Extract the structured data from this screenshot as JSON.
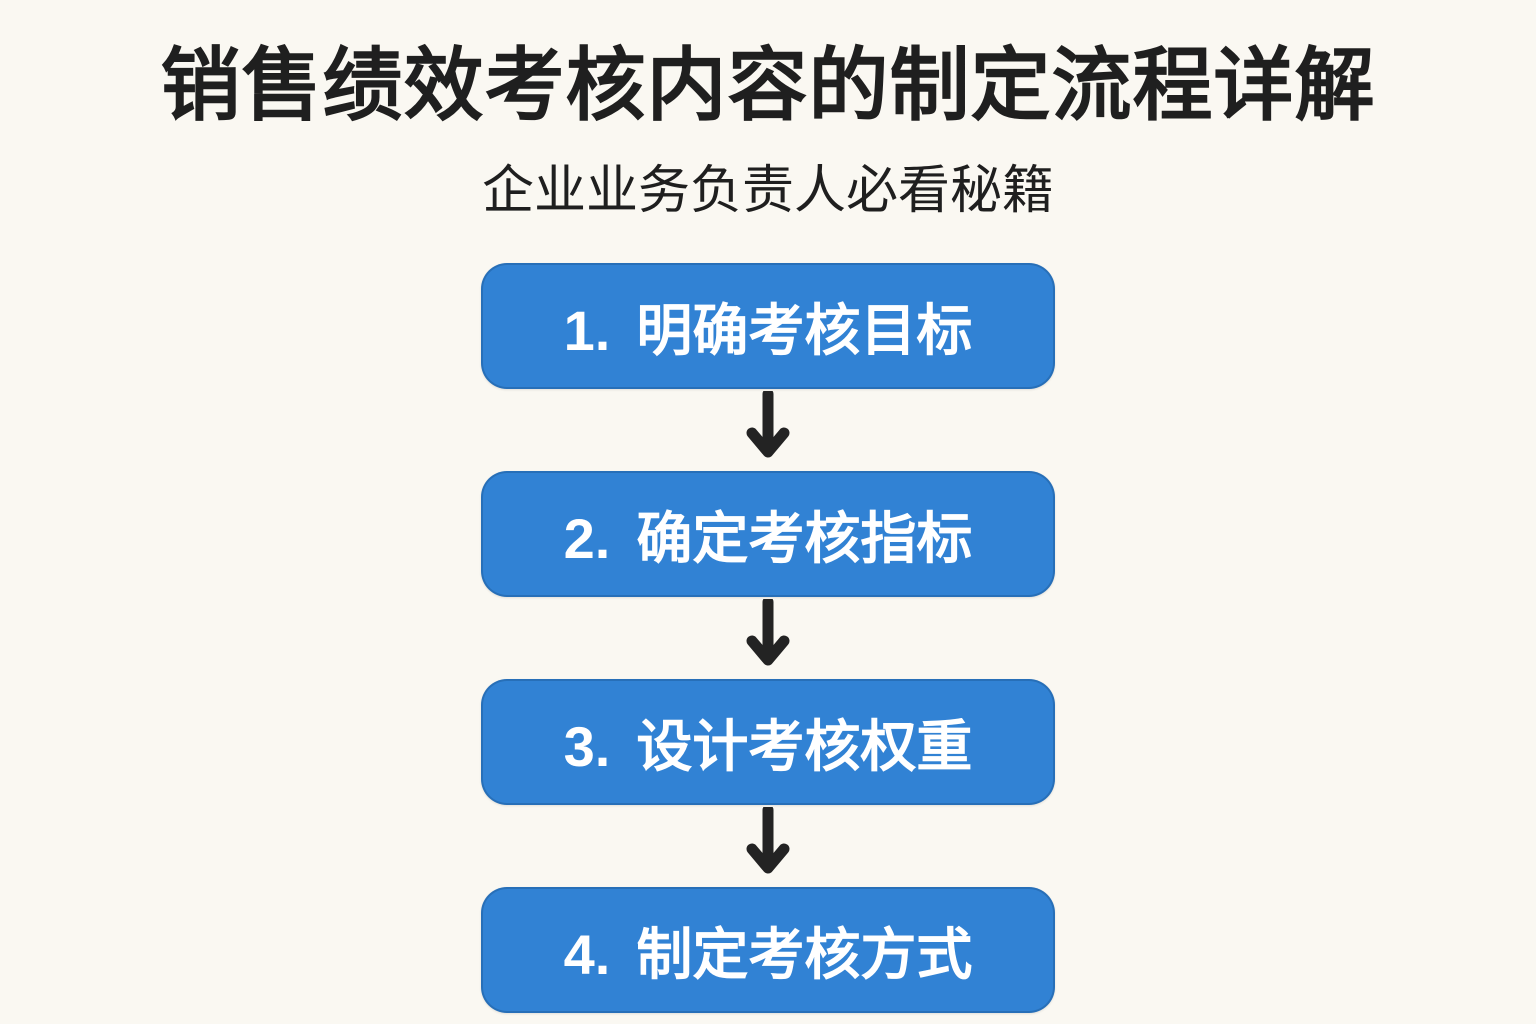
{
  "page": {
    "background_color": "#faf8f2"
  },
  "header": {
    "title": "销售绩效考核内容的制定流程详解",
    "subtitle": "企业业务负责人必看秘籍"
  },
  "flow": {
    "box_color": "#3182d4",
    "box_text_color": "#ffffff",
    "arrow_color": "#232323",
    "steps": [
      {
        "number": "1.",
        "label": "明确考核目标"
      },
      {
        "number": "2.",
        "label": "确定考核指标"
      },
      {
        "number": "3.",
        "label": "设计考核权重"
      },
      {
        "number": "4.",
        "label": "制定考核方式"
      }
    ]
  }
}
